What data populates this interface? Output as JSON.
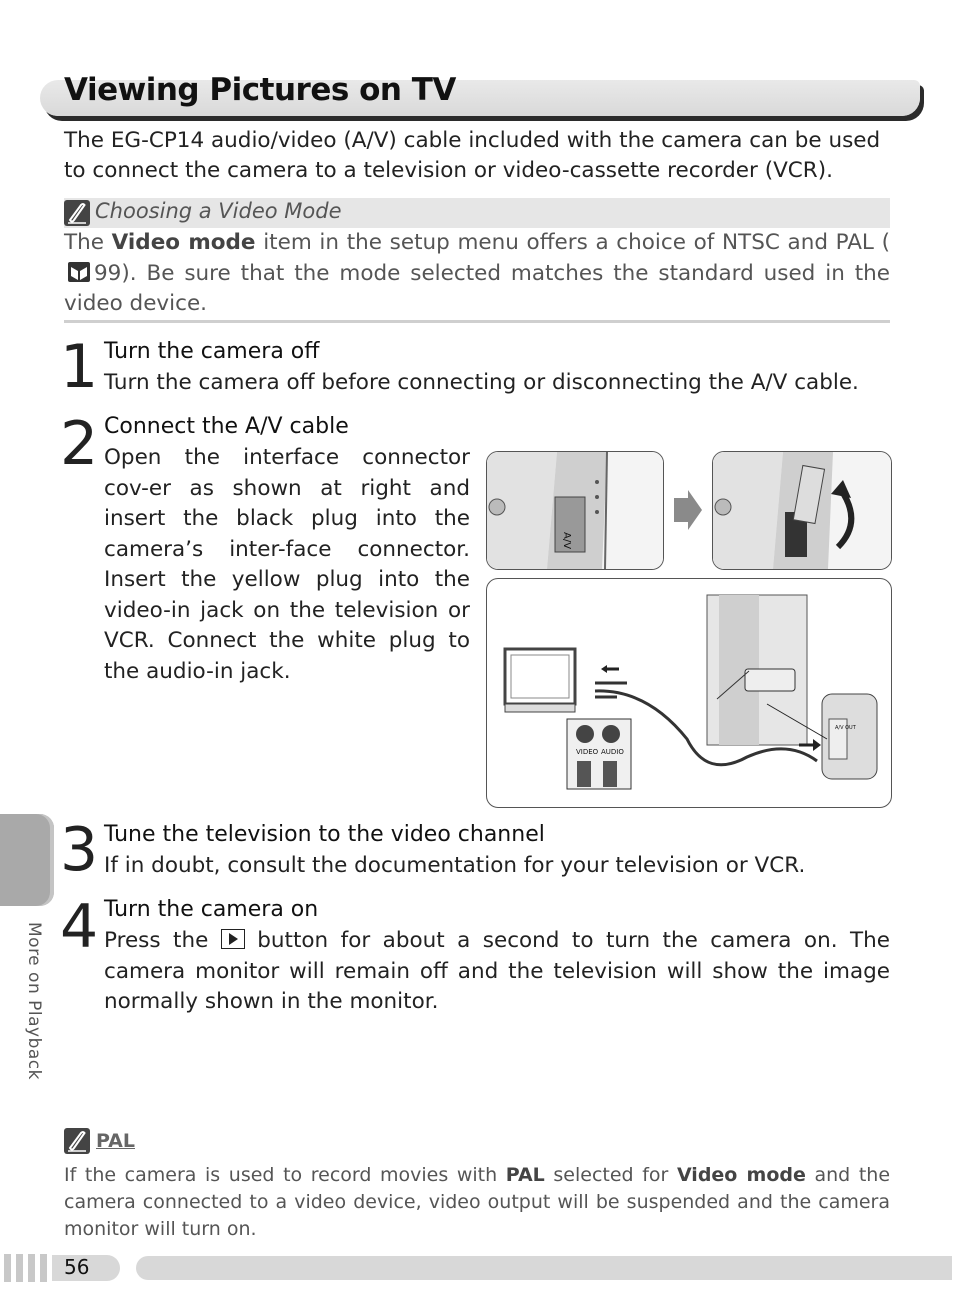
{
  "title": "Viewing Pictures on TV",
  "intro": "The EG-CP14 audio/video (A/V) cable included with the camera can be used to connect the camera to a television or video-cassette recorder (VCR).",
  "note": {
    "title": "Choosing a Video Mode",
    "body_pre": "The",
    "body_bold": "Video mode",
    "body_mid": "item in the setup menu offers a choice of NTSC and PAL (",
    "body_ref": "99).  Be sure that the mode selected matches the standard used in the video device."
  },
  "steps": [
    {
      "num": "1",
      "heading": "Turn the camera off",
      "body": "Turn the camera off before connecting or disconnecting the A/V cable."
    },
    {
      "num": "2",
      "heading": "Connect the A/V cable",
      "body": "Open the interface connector cov-er as shown at right and insert the black plug into the camera’s inter-face connector.  Insert the yellow plug into the video-in jack on the television or VCR.  Connect the white plug to the audio-in jack."
    },
    {
      "num": "3",
      "heading": "Tune the television to the video channel",
      "body": "If in doubt, consult the documentation for your television or VCR."
    },
    {
      "num": "4",
      "heading": "Turn the camera on",
      "body_pre": "Press the",
      "body_post": "button for about a second to turn the camera on.  The camera monitor will remain off and the television will show the image normally shown in the monitor."
    }
  ],
  "illustration": {
    "jack_labels": [
      "VIDEO",
      "AUDIO"
    ],
    "camera_label": "A/V OUT"
  },
  "side_tab": "More on Playback",
  "pal_note": {
    "title": "PAL",
    "body_pre": "If the camera is used to record movies with",
    "body_b1": "PAL",
    "body_mid": "selected for",
    "body_b2": "Video mode",
    "body_post": "and the camera connected to a video device, video output will be suspended and the camera monitor will turn on."
  },
  "page_number": "56",
  "icons": [
    "pencil-note-icon",
    "reference-book-icon",
    "play-button-icon",
    "arrow-right-icon"
  ]
}
